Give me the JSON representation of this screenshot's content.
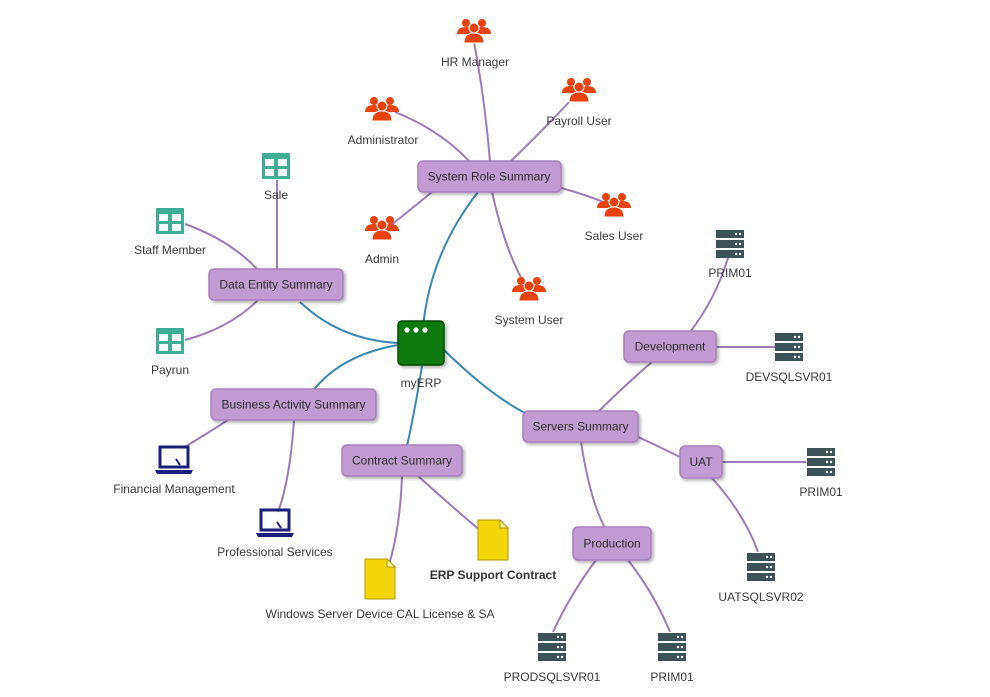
{
  "root": {
    "label": "myERP",
    "color": "#0a7a0a"
  },
  "summaries": {
    "system_role": "System Role Summary",
    "data_entity": "Data Entity Summary",
    "business_activity": "Business Activity Summary",
    "contract": "Contract Summary",
    "servers": "Servers Summary",
    "development": "Development",
    "uat": "UAT",
    "production": "Production"
  },
  "roles": {
    "hr_manager": "HR Manager",
    "payroll_user": "Payroll User",
    "administrator": "Administrator",
    "sales_user": "Sales User",
    "admin": "Admin",
    "system_user": "System User"
  },
  "entities": {
    "sale": "Sale",
    "staff_member": "Staff Member",
    "payrun": "Payrun"
  },
  "activities": {
    "financial_management": "Financial Management",
    "professional_services": "Professional Services"
  },
  "contracts": {
    "windows_cal": "Windows Server Device CAL License & SA",
    "erp_support": "ERP Support Contract"
  },
  "servers": {
    "dev_prim01": "PRIM01",
    "devsqlsvr01": "DEVSQLSVR01",
    "uat_prim01": "PRIM01",
    "uatsqlsvr02": "UATSQLSVR02",
    "prodsqlsvr01": "PRODSQLSVR01",
    "prod_prim01": "PRIM01"
  },
  "colors": {
    "summary_fill": "#c39bd3",
    "role_icon": "#e8430f",
    "entity_icon": "#3fae94",
    "activity_icon": "#1c1f7a",
    "contract_icon": "#f5d60a",
    "server_icon": "#3d5257",
    "edge_purple": "#9b7cb8",
    "edge_blue": "#3b86b5"
  },
  "icons": {
    "role": "users-icon",
    "entity": "table-icon",
    "activity": "laptop-icon",
    "contract": "document-icon",
    "server": "server-icon",
    "root": "application-window-icon"
  }
}
